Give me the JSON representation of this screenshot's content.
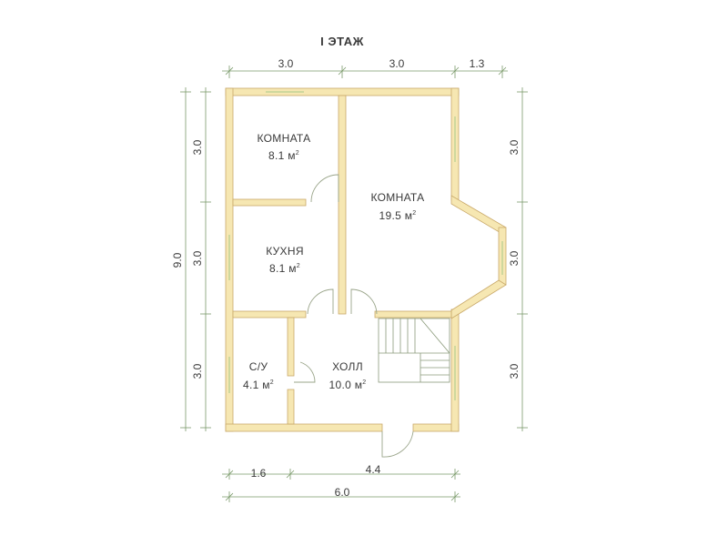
{
  "title": "I ЭТАЖ",
  "colors": {
    "wall_fill": "#f6e7b2",
    "wall_edge_a": "#e3a06a",
    "wall_edge_b": "#a6c98a",
    "dim_line": "#7a9a6a",
    "text": "#3a3a3a"
  },
  "dimensions": {
    "top": [
      "3.0",
      "3.0",
      "1.3"
    ],
    "bottom_segments": [
      "1.6",
      "4.4"
    ],
    "bottom_total": "6.0",
    "left_segments": [
      "3.0",
      "3.0",
      "3.0"
    ],
    "left_total": "9.0",
    "right_segments": [
      "3.0",
      "3.0",
      "3.0"
    ]
  },
  "rooms": [
    {
      "id": "room-bedroom",
      "name": "КОМНАТА",
      "area": "8.1 м",
      "sup": "2"
    },
    {
      "id": "room-living",
      "name": "КОМНАТА",
      "area": "19.5 м",
      "sup": "2"
    },
    {
      "id": "room-kitchen",
      "name": "КУХНЯ",
      "area": "8.1 м",
      "sup": "2"
    },
    {
      "id": "room-bathroom",
      "name": "С/У",
      "area": "4.1 м",
      "sup": "2"
    },
    {
      "id": "room-hall",
      "name": "ХОЛЛ",
      "area": "10.0 м",
      "sup": "2"
    }
  ]
}
